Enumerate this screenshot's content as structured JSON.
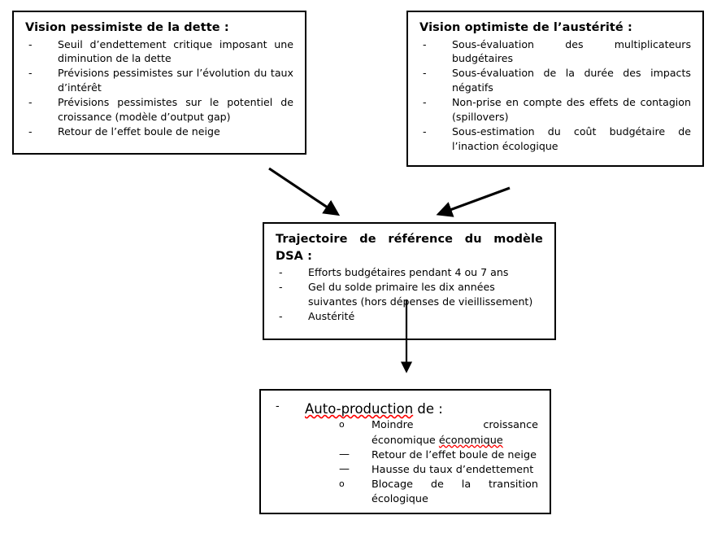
{
  "diagram": {
    "type": "flow-diagram",
    "language": "fr",
    "boxes": {
      "pessimistic_debt": {
        "title": "Vision pessimiste de la dette :",
        "bullet_marker": "-",
        "items": [
          "Seuil d’endettement critique imposant une diminution de la dette",
          "Prévisions pessimistes sur l’évolution du taux d’intérêt",
          "Prévisions pessimistes sur le potentiel de croissance (modèle d’output gap)",
          "Retour de l’effet boule de neige"
        ]
      },
      "optimistic_austerity": {
        "title": "Vision optimiste de l’austérité :",
        "bullet_marker": "-",
        "items": [
          "Sous-évaluation des multiplicateurs budgétaires",
          "Sous-évaluation de la durée des impacts négatifs",
          "Non-prise en compte des effets de contagion (spillovers)",
          "Sous-estimation du coût budgétaire de l’inaction écologique"
        ]
      },
      "dsa_reference": {
        "title_line_1": "Trajectoire de référence du modèle",
        "title_line_2": "DSA :",
        "bullet_marker": "-",
        "items": [
          "Efforts budgétaires pendant 4 ou 7 ans",
          "Gel du solde primaire les dix années suivantes (hors dépenses de vieillissement)",
          "Austérité"
        ]
      },
      "auto_production": {
        "head_marker": "-",
        "head_text_spelled": "Auto-production",
        "head_text_rest": " de :",
        "sub_items": [
          {
            "marker": "o",
            "marker_kind": "circle",
            "text": "Moindre croissance économique",
            "text_spelled_second_line": "économique"
          },
          {
            "marker": "—",
            "marker_kind": "dash",
            "text": "Retour de l’effet boule de neige"
          },
          {
            "marker": "—",
            "marker_kind": "dash",
            "text": "Hausse du taux d’endettement"
          },
          {
            "marker": "o",
            "marker_kind": "circle",
            "text": "Blocage de la transition écologique"
          }
        ]
      }
    },
    "connectors": [
      {
        "name": "arrow-pessimistic-to-dsa",
        "from": "pessimistic_debt",
        "to": "dsa_reference",
        "direction": "down-right"
      },
      {
        "name": "arrow-optimistic-to-dsa",
        "from": "optimistic_austerity",
        "to": "dsa_reference",
        "direction": "down-left"
      },
      {
        "name": "arrow-dsa-to-auto-production",
        "from": "dsa_reference",
        "to": "auto_production",
        "direction": "down"
      }
    ],
    "colors": {
      "border": "#000000",
      "text": "#000000",
      "background": "#ffffff",
      "spellcheck_underline": "#ff0000"
    }
  }
}
